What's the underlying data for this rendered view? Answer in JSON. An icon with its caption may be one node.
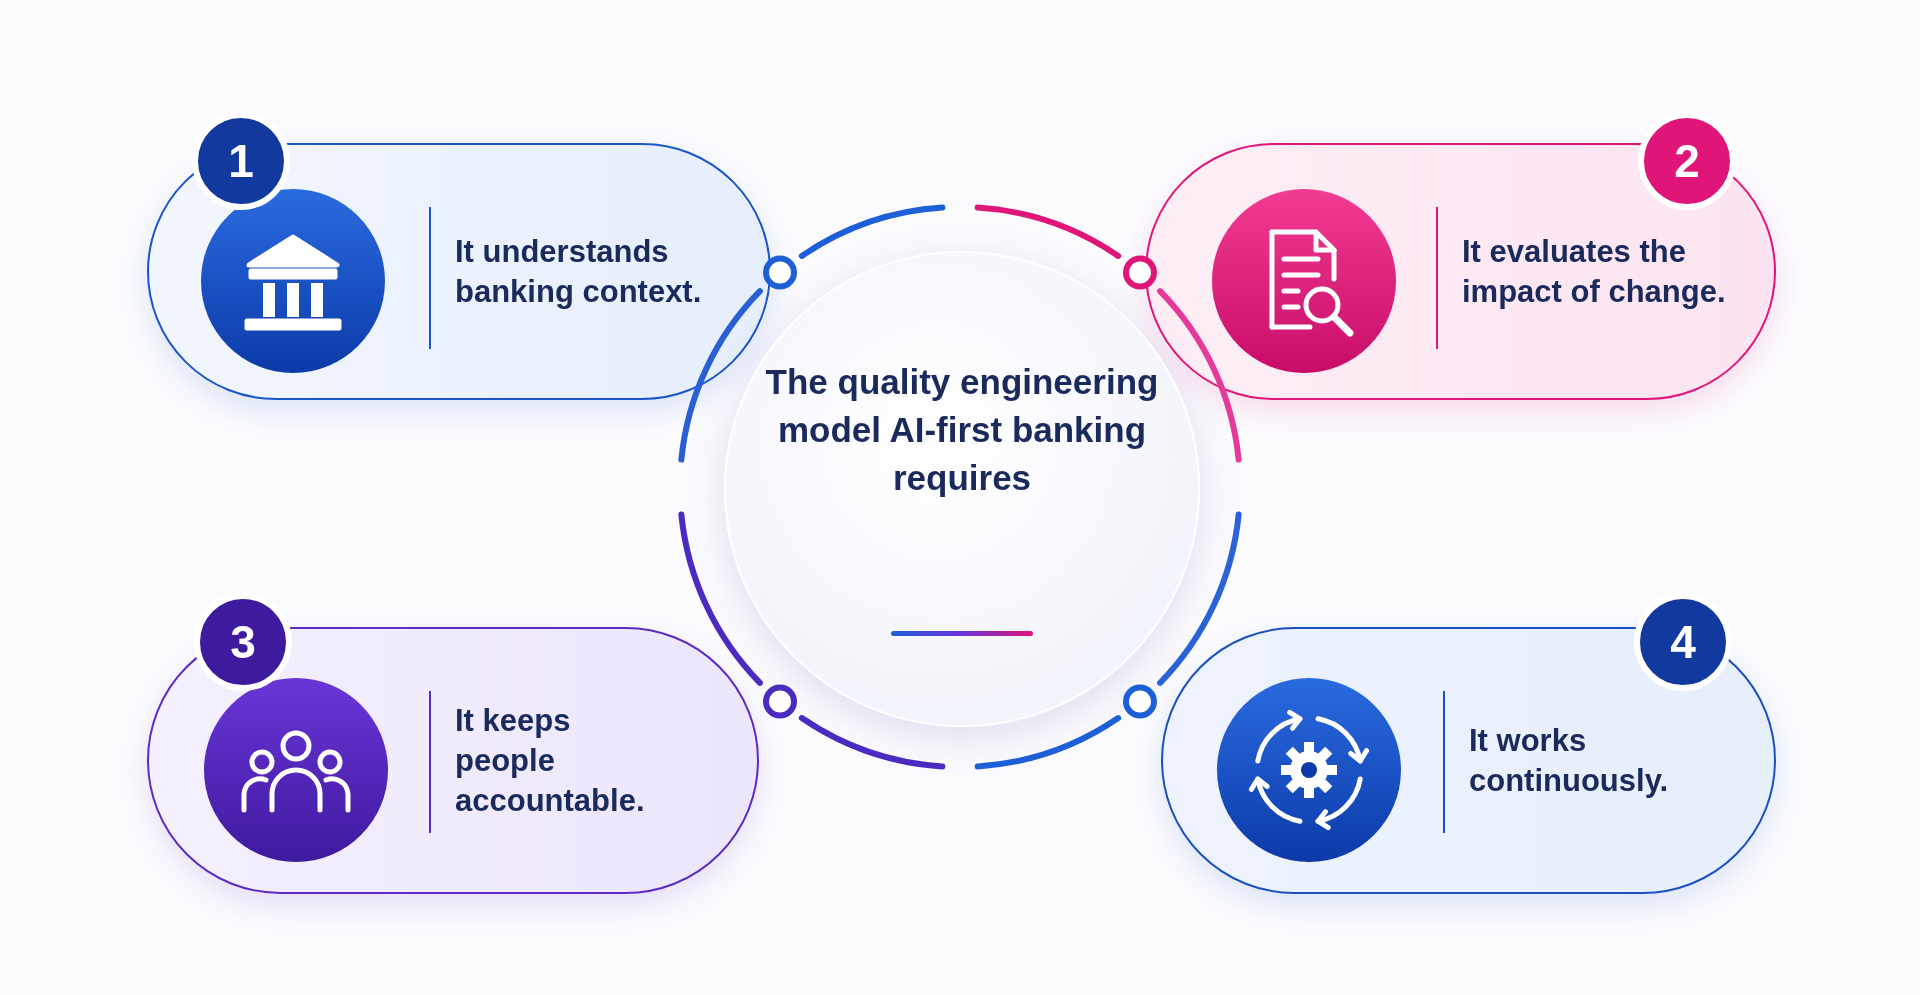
{
  "diagram": {
    "nodes": [
      {
        "text": [
          "1",
          "It understands banking context."
        ]
      },
      {
        "text": [
          "2",
          "It evaluates the impact of change."
        ]
      },
      {
        "text": [
          "The quality engineering model AI-first banking requires"
        ]
      },
      {
        "text": [
          "3",
          "It keeps people accountable."
        ]
      },
      {
        "text": [
          "4",
          "It works continuously."
        ]
      }
    ]
  }
}
